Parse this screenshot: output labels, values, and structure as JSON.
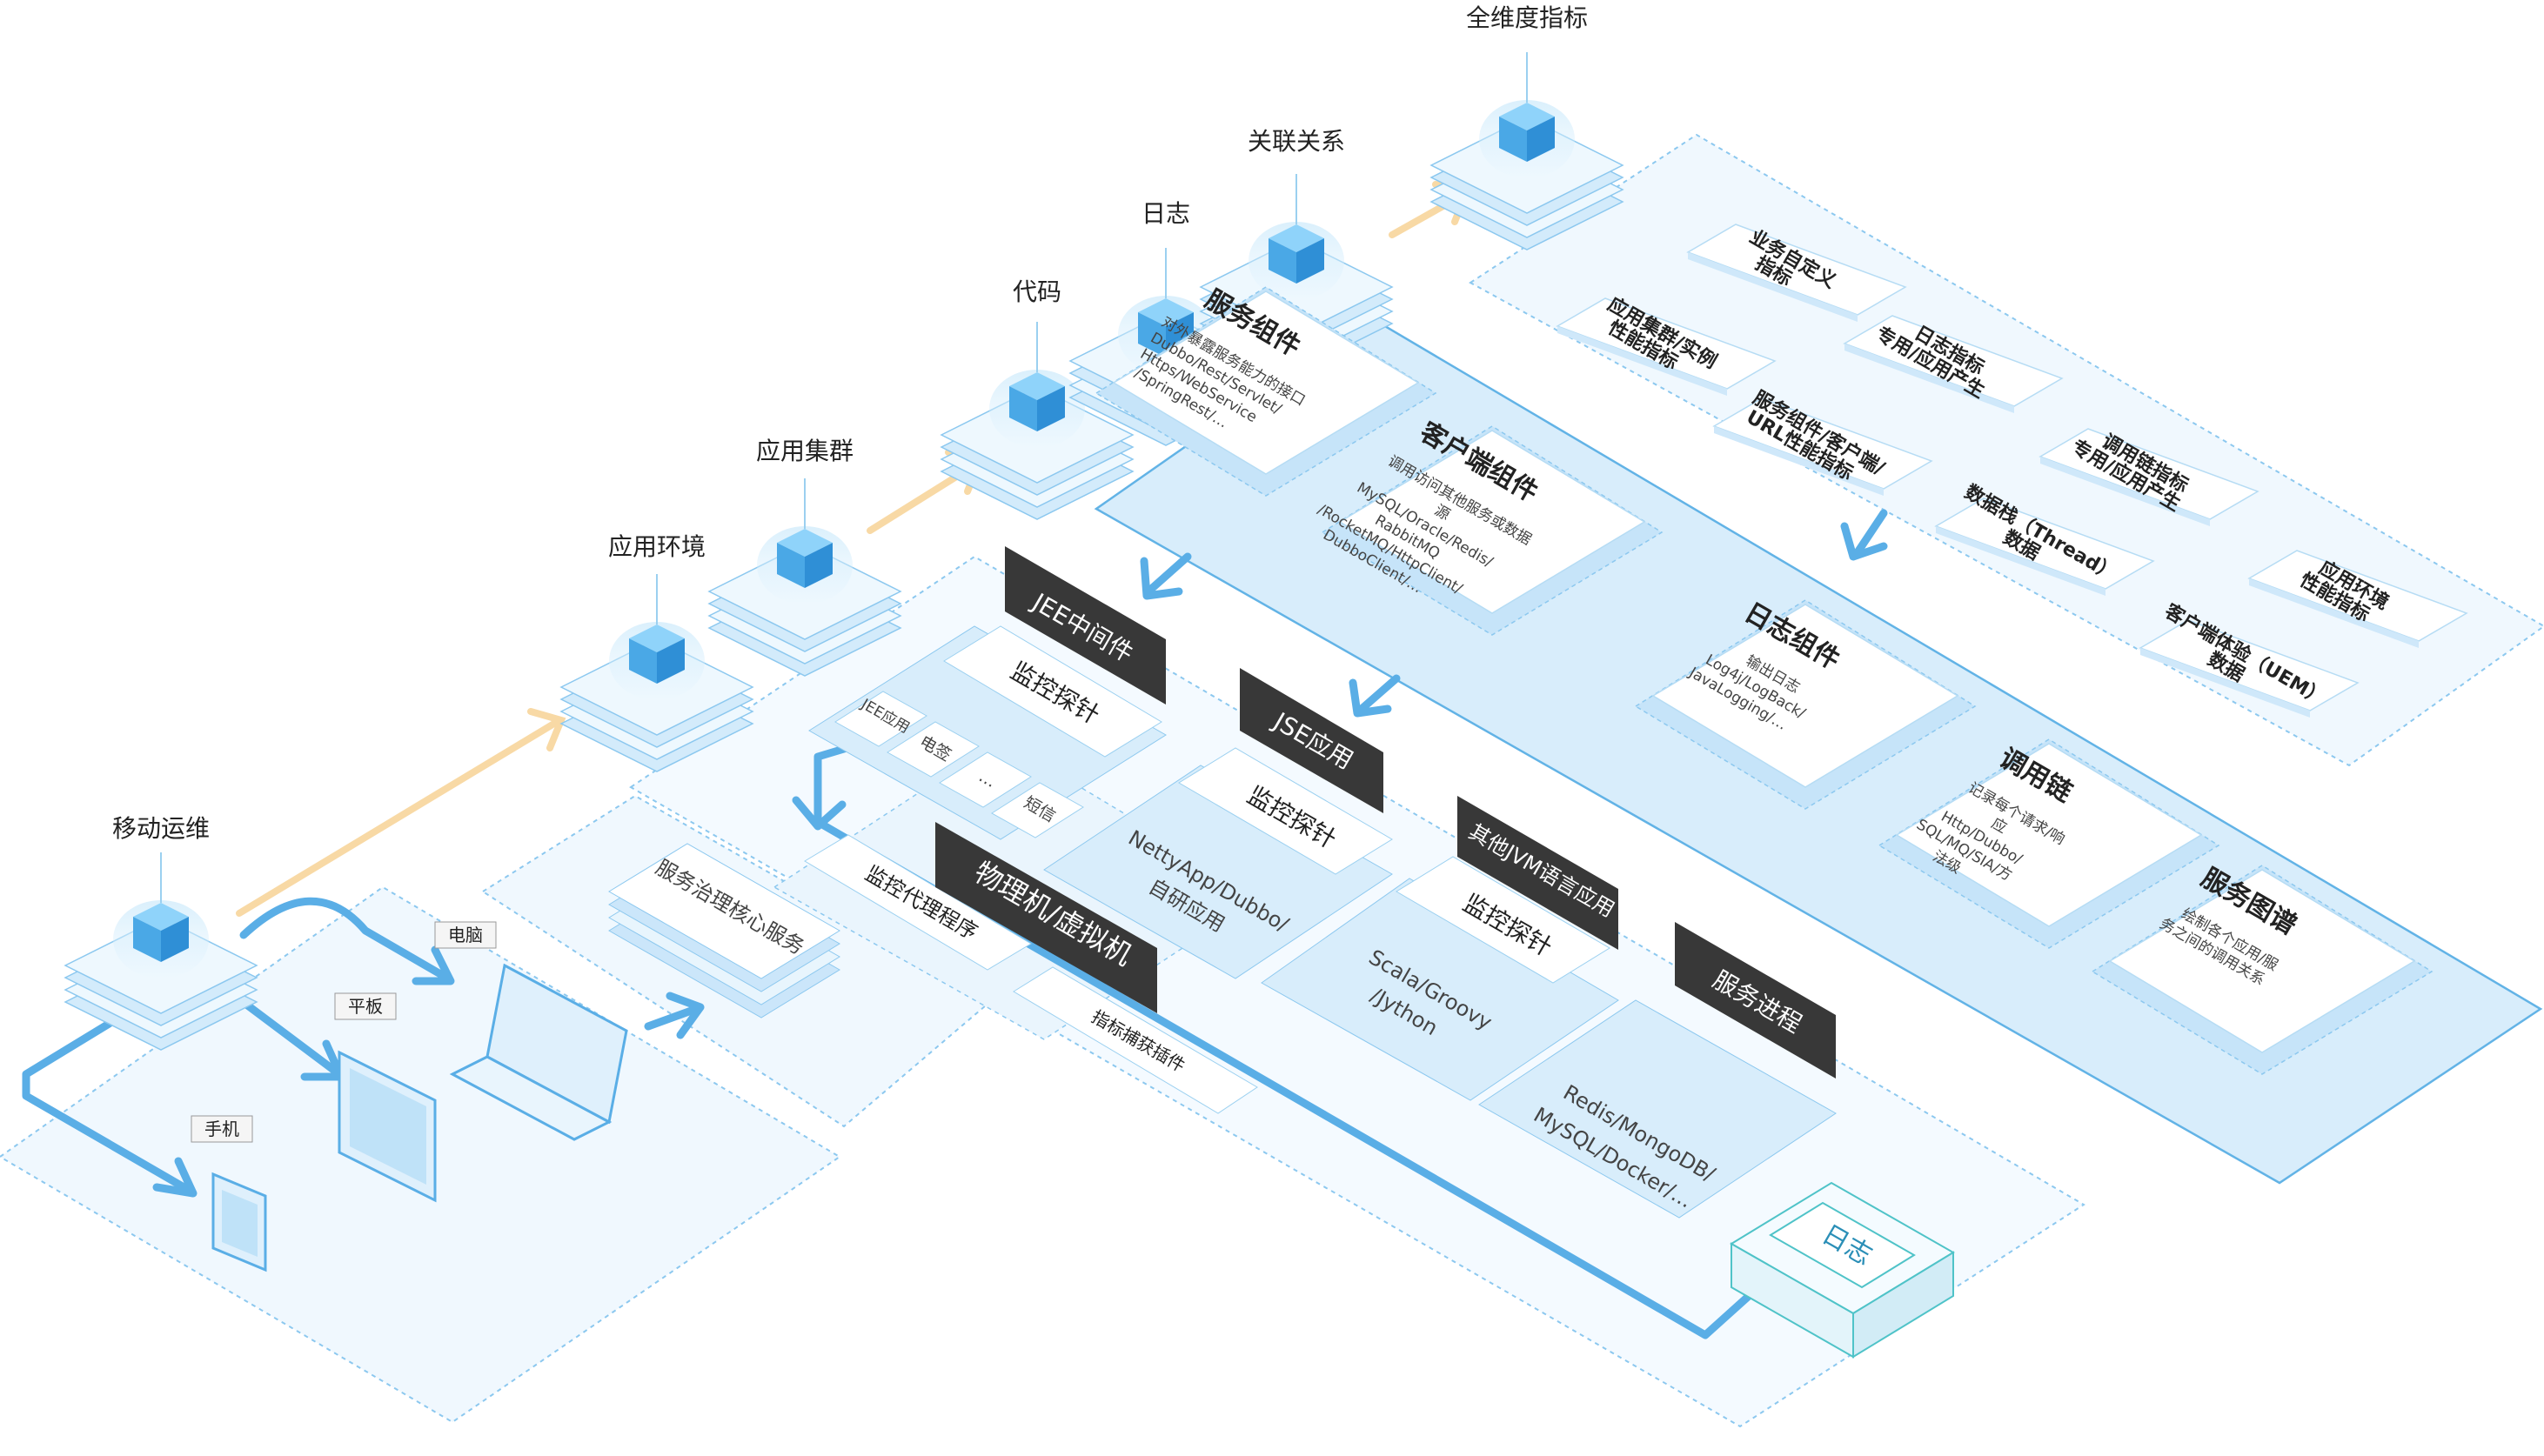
{
  "stack_labels": {
    "mobile_ops": "移动运维",
    "app_env": "应用环境",
    "app_cluster": "应用集群",
    "code": "代码",
    "log": "日志",
    "relations": "关联关系",
    "full_dim": "全维度指标"
  },
  "devices": {
    "phone": "手机",
    "tablet": "平板",
    "computer": "电脑"
  },
  "governance": "服务治理核心服务",
  "middleware": {
    "jee": "JEE中间件",
    "jee_probe": "监控探针",
    "jee_apps": [
      "JEE应用",
      "电签",
      "…",
      "短信"
    ],
    "jse": "JSE应用",
    "jse_probe": "监控探针",
    "jse_desc": [
      "NettyApp/Dubbo/",
      "自研应用"
    ],
    "jvm": "其他JVM语言应用",
    "jvm_probe": "监控探针",
    "jvm_desc": [
      "Scala/Groovy",
      "/Jython"
    ],
    "process": "服务进程",
    "process_desc": [
      "Redis/MongoDB/",
      "MySQL/Docker/..."
    ],
    "log_box": "日志"
  },
  "physical": {
    "title": "物理机/虚拟机",
    "agent": "监控代理程序",
    "plugin": "指标捕获插件"
  },
  "components": {
    "service": {
      "title": "服务组件",
      "desc": [
        "对外暴露服务能力的接口",
        "Dubbo/Rest/Servlet/",
        "Https/WebService",
        "/SpringRest/…"
      ]
    },
    "client": {
      "title": "客户端组件",
      "desc": [
        "调用访问其他服务或数据",
        "源",
        "MySQL/Oracle/Redis/",
        "RabbitMQ",
        "/RocketMQ/HttpClient/",
        "DubboClient/…"
      ]
    },
    "logcomp": {
      "title": "日志组件",
      "desc": [
        "输出日志",
        "Log4j/LogBack/",
        "JavaLogging/…"
      ]
    },
    "trace": {
      "title": "调用链",
      "desc": [
        "记录每个请求/响",
        "应",
        "Http/Dubbo/",
        "SQL/MQ/SIA/方",
        "法级"
      ]
    },
    "graph": {
      "title": "服务图谱",
      "desc": [
        "绘制各个应用/服",
        "务之间的调用关系"
      ]
    }
  },
  "metrics": [
    [
      "业务自定义",
      "指标"
    ],
    [
      "应用集群/实例",
      "性能指标"
    ],
    [
      "日志指标",
      "专用/应用产生"
    ],
    [
      "服务组件/客户端/",
      "URL性能指标"
    ],
    [
      "调用链指标",
      "专用/应用产生"
    ],
    [
      "数据栈（Thread）",
      "数据"
    ],
    [
      "应用环境",
      "性能指标"
    ],
    [
      "客户端体验（UEM）",
      "数据"
    ]
  ],
  "colors": {
    "accent": "#5aaee6",
    "arrow_orange": "#f8d9a5",
    "panel_fill": "#e6f3fc",
    "dark_label": "#383838"
  }
}
